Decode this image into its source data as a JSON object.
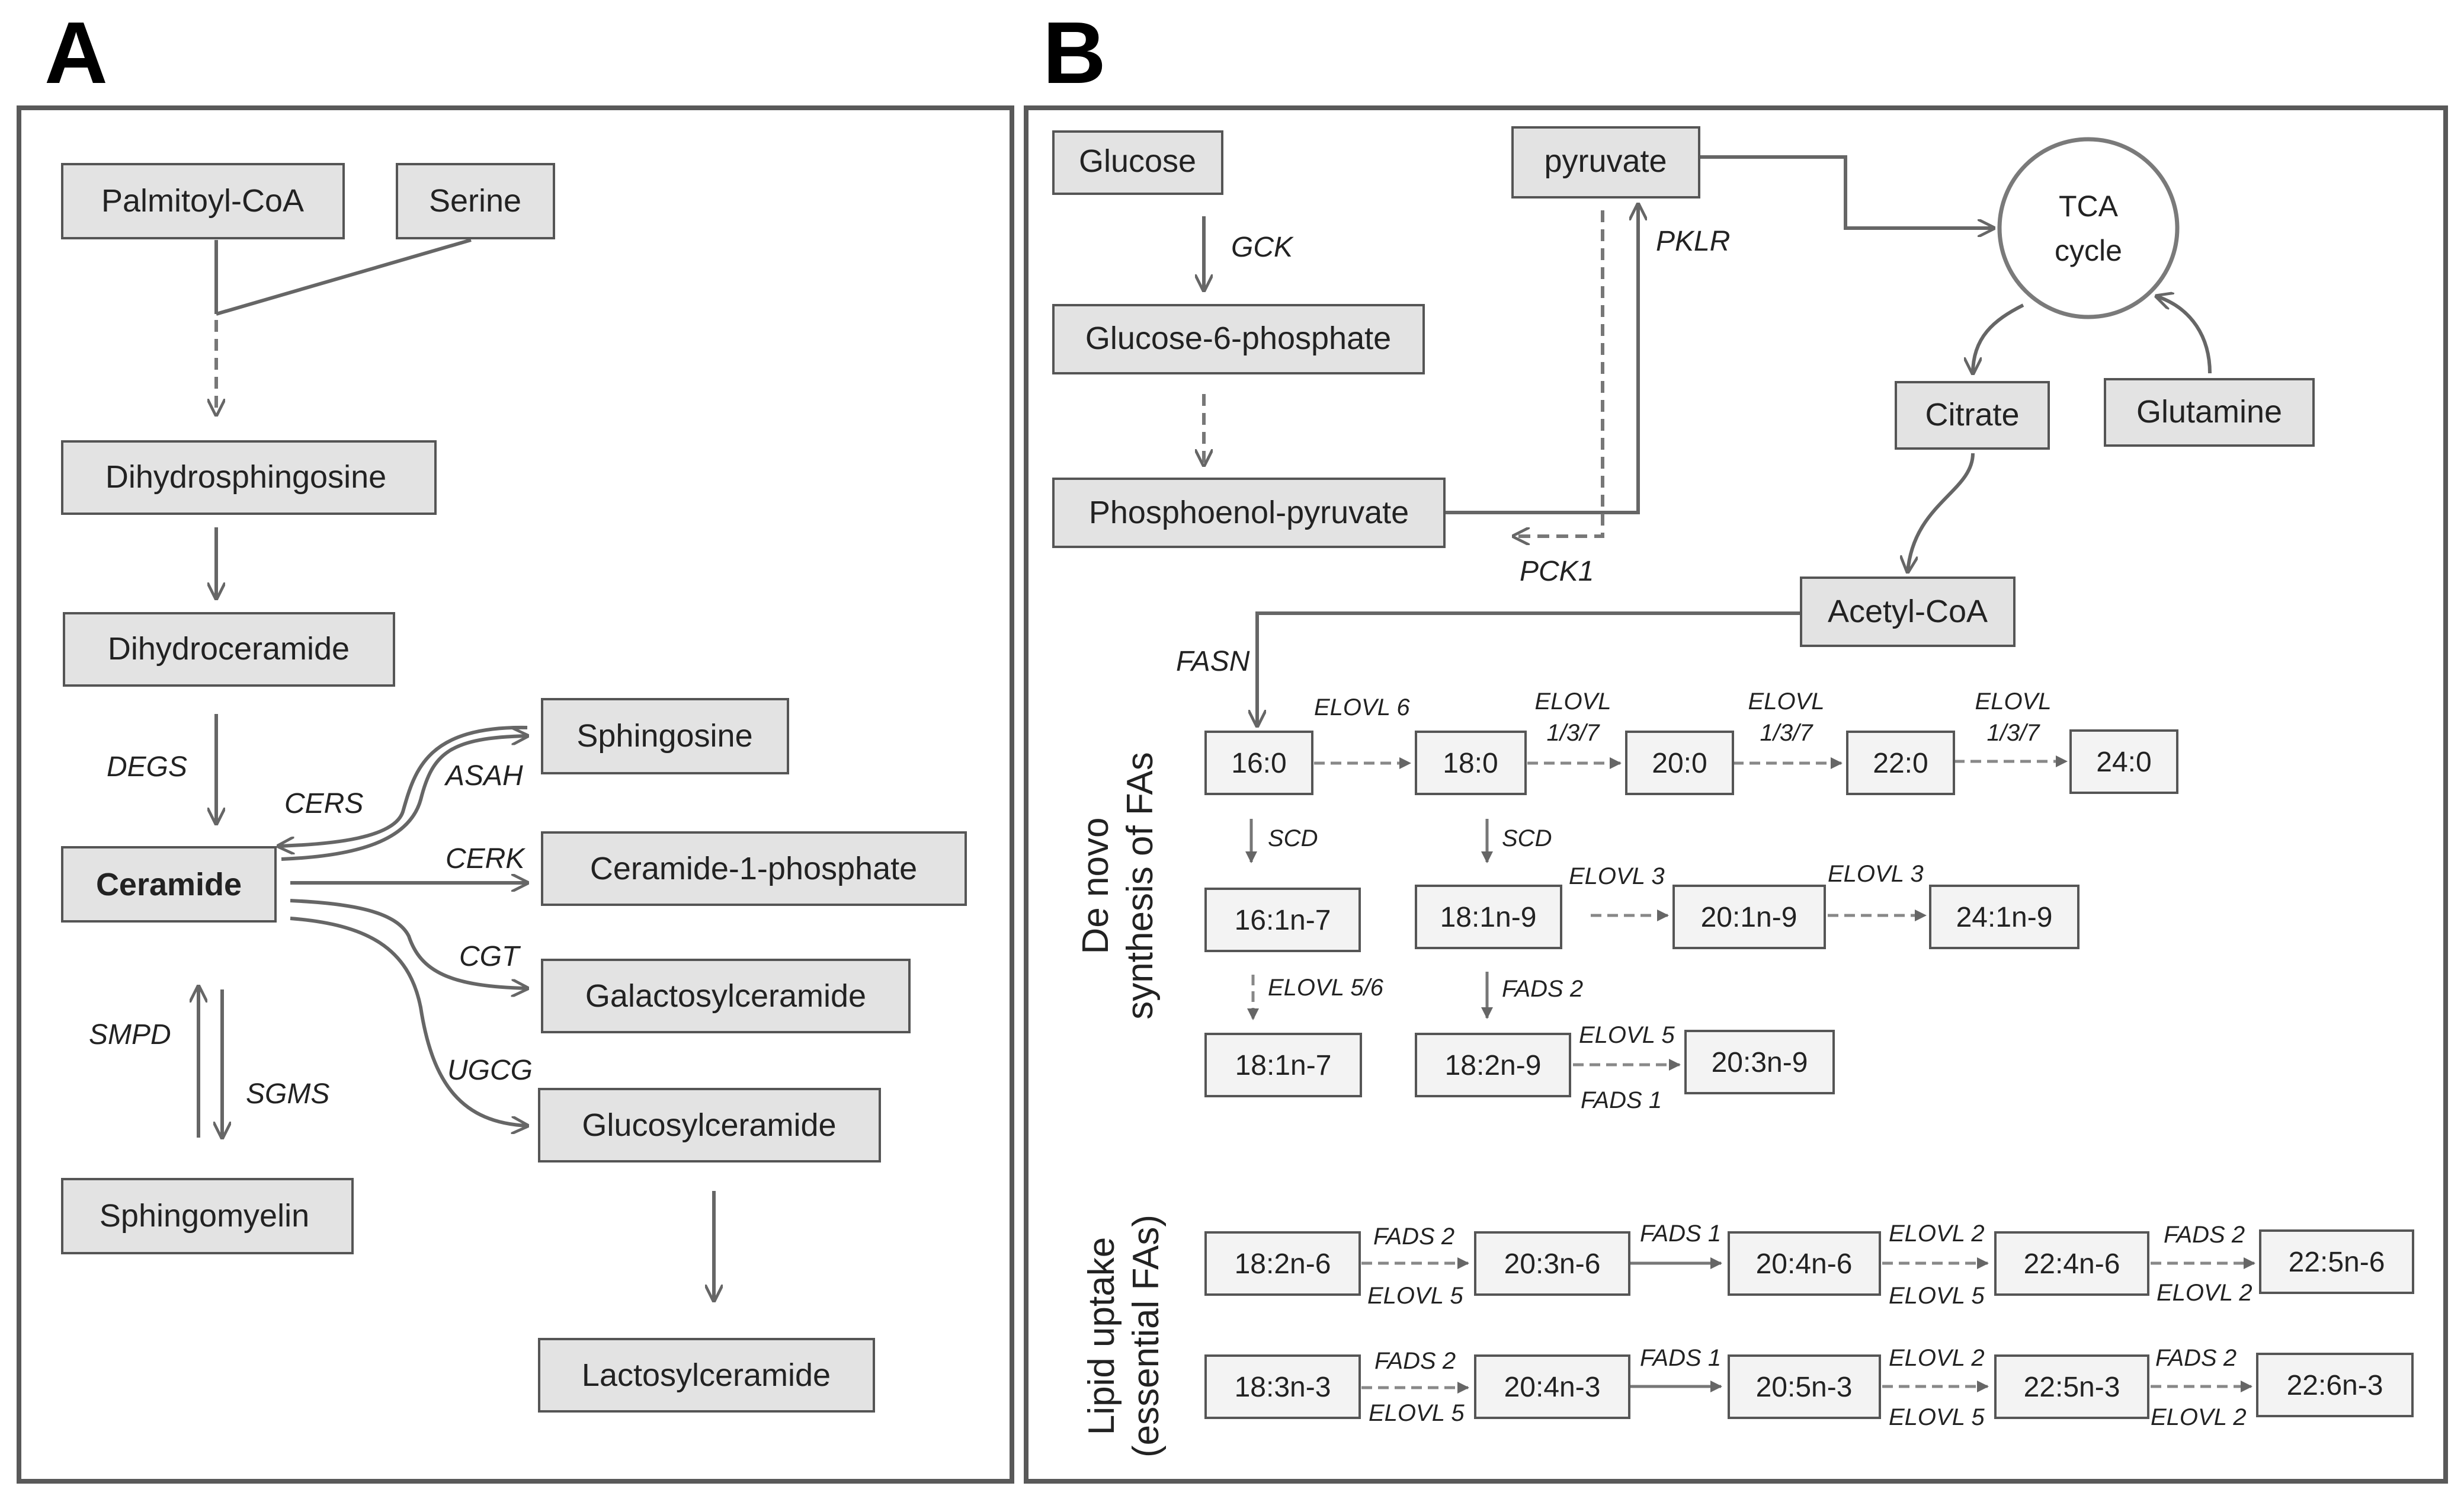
{
  "panels": {
    "a": "A",
    "b": "B"
  },
  "panel_a": {
    "nodes": {
      "palmitoyl_coa": "Palmitoyl-CoA",
      "serine": "Serine",
      "dihydrosphingosine": "Dihydrosphingosine",
      "dihydroceramide": "Dihydroceramide",
      "ceramide": "Ceramide",
      "sphingosine": "Sphingosine",
      "ceramide_1_phosphate": "Ceramide-1-phosphate",
      "galactosylceramide": "Galactosylceramide",
      "glucosylceramide": "Glucosylceramide",
      "lactosylceramide": "Lactosylceramide",
      "sphingomyelin": "Sphingomyelin"
    },
    "enzymes": {
      "degs": "DEGS",
      "cers": "CERS",
      "asah": "ASAH",
      "cerk": "CERK",
      "cgt": "CGT",
      "ugcg": "UGCG",
      "smpd": "SMPD",
      "sgms": "SGMS"
    }
  },
  "panel_b": {
    "nodes": {
      "glucose": "Glucose",
      "glucose_6_phosphate": "Glucose-6-phosphate",
      "phosphoenol_pyruvate": "Phosphoenol-pyruvate",
      "pyruvate": "pyruvate",
      "tca_line1": "TCA",
      "tca_line2": "cycle",
      "citrate": "Citrate",
      "glutamine": "Glutamine",
      "acetyl_coa": "Acetyl-CoA"
    },
    "enzymes": {
      "gck": "GCK",
      "pklr": "PKLR",
      "pck1": "PCK1",
      "fasn": "FASN"
    },
    "section_labels": {
      "de_novo_line1": "De novo",
      "de_novo_line2": "synthesis of FAs",
      "uptake_line1": "Lipid uptake",
      "uptake_line2": "(essential FAs)"
    },
    "fatty_acids": {
      "fa_16_0": "16:0",
      "fa_18_0": "18:0",
      "fa_20_0": "20:0",
      "fa_22_0": "22:0",
      "fa_24_0": "24:0",
      "fa_16_1n7": "16:1n-7",
      "fa_18_1n9": "18:1n-9",
      "fa_20_1n9": "20:1n-9",
      "fa_24_1n9": "24:1n-9",
      "fa_18_1n7": "18:1n-7",
      "fa_18_2n9": "18:2n-9",
      "fa_20_3n9": "20:3n-9",
      "fa_18_2n6": "18:2n-6",
      "fa_20_3n6": "20:3n-6",
      "fa_20_4n6": "20:4n-6",
      "fa_22_4n6": "22:4n-6",
      "fa_22_5n6": "22:5n-6",
      "fa_18_3n3": "18:3n-3",
      "fa_20_4n3": "20:4n-3",
      "fa_20_5n3": "20:5n-3",
      "fa_22_5n3": "22:5n-3",
      "fa_22_6n3": "22:6n-3"
    },
    "fa_enzymes": {
      "elovl6": "ELOVL 6",
      "elovl_137_a_line1": "ELOVL",
      "elovl_137_a_line2": "1/3/7",
      "elovl_137_b_line1": "ELOVL",
      "elovl_137_b_line2": "1/3/7",
      "elovl_137_c_line1": "ELOVL",
      "elovl_137_c_line2": "1/3/7",
      "scd_a": "SCD",
      "scd_b": "SCD",
      "elovl3_a": "ELOVL 3",
      "elovl3_b": "ELOVL 3",
      "elovl56": "ELOVL 5/6",
      "fads2_a": "FADS 2",
      "elovl5_a": "ELOVL 5",
      "fads1_a": "FADS 1",
      "n6_fads2": "FADS 2",
      "n6_elovl5_a": "ELOVL 5",
      "n6_fads1": "FADS 1",
      "n6_elovl2_top": "ELOVL 2",
      "n6_elovl5_b": "ELOVL 5",
      "n6_fads2_b": "FADS 2",
      "n6_elovl2_bot": "ELOVL 2",
      "n3_fads2": "FADS 2",
      "n3_elovl5_a": "ELOVL 5",
      "n3_fads1": "FADS 1",
      "n3_elovl2_top": "ELOVL 2",
      "n3_elovl5_b": "ELOVL 5",
      "n3_fads2_b": "FADS 2",
      "n3_elovl2_bot": "ELOVL 2"
    }
  }
}
